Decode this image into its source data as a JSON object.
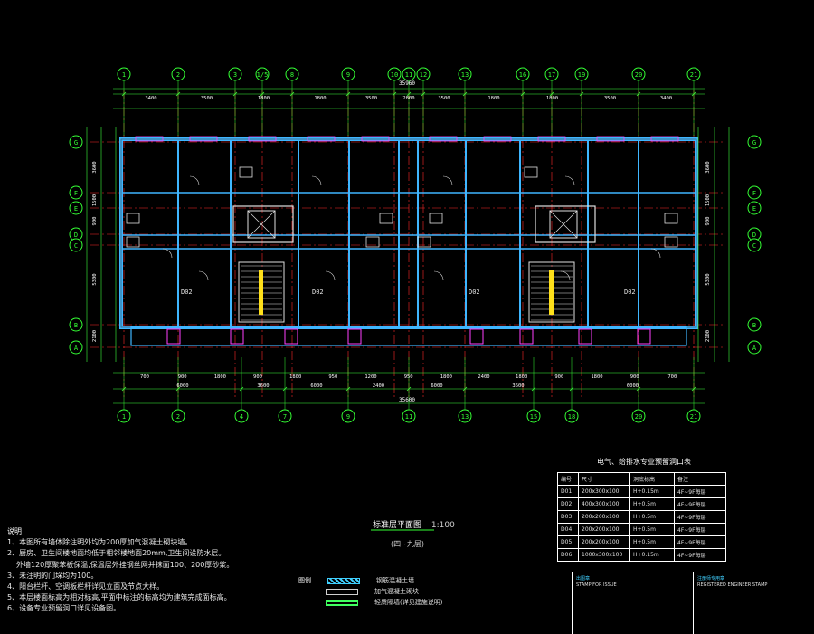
{
  "drawing": {
    "grid_top": [
      "1",
      "2",
      "3",
      "1/5",
      "8",
      "9",
      "10",
      "11",
      "12",
      "13",
      "16",
      "17",
      "19",
      "20",
      "21"
    ],
    "grid_bottom": [
      "1",
      "2",
      "4",
      "7",
      "9",
      "11",
      "13",
      "15",
      "18",
      "20",
      "21"
    ],
    "grid_rows_left": [
      "G",
      "F",
      "E",
      "D",
      "C",
      "B",
      "A"
    ],
    "grid_rows_right": [
      "G",
      "F",
      "E",
      "D",
      "C",
      "B",
      "A"
    ],
    "overall_top": "35960",
    "overall_bottom": "35600",
    "dim_top_row1": [
      "3400",
      "3500",
      "1800",
      "1800",
      "3500",
      "2800",
      "3500",
      "1800",
      "1800",
      "3500",
      "3400"
    ],
    "dim_bottom_row1": [
      "700",
      "900",
      "1800",
      "900",
      "1800",
      "950",
      "1200",
      "950",
      "1800",
      "2400",
      "1800",
      "900",
      "1800",
      "900",
      "700"
    ],
    "dim_bottom_row2": [
      "6000",
      "3600",
      "6000",
      "2400",
      "6000",
      "3600",
      "6000"
    ],
    "dim_left": [
      "3600",
      "1500",
      "900",
      "5300",
      "2100"
    ],
    "dim_right": [
      "3600",
      "1500",
      "900",
      "5300",
      "2100"
    ],
    "unit_labels": [
      "D02",
      "D02",
      "D02",
      "D02"
    ]
  },
  "plan_title": "标准层平面图",
  "plan_scale": "1:100",
  "plan_subtitle": "(四~九层)",
  "notes": {
    "heading": "说明",
    "items": [
      "1、本图所有墙体除注明外均为200厚加气混凝土砌块墙。",
      "2、厨房、卫生间楼地面均低于相邻楼地面20mm,卫生间设防水层。",
      "   外墙120厚聚苯板保温,保温层外挂钢丝网并抹面100、200厚砂浆。",
      "3、未注明的门垛均为100。",
      "4、阳台栏杆、空调板栏杆详见立面及节点大样。",
      "5、本层楼面标高为相对标高,平面中标注的标高均为建筑完成面标高。",
      "6、设备专业预留洞口详见设备图。"
    ]
  },
  "legend": {
    "heading": "图例",
    "items": [
      {
        "label": "钢筋混凝土墙"
      },
      {
        "label": "加气混凝土砌块"
      },
      {
        "label": "轻质隔墙(详见建施说明)"
      }
    ]
  },
  "schedule": {
    "title": "电气、给排水专业预留洞口表",
    "header": [
      "编号",
      "尺寸",
      "洞底标高",
      "备注"
    ],
    "rows": [
      [
        "D01",
        "200x300x100",
        "H+0.15m",
        "4F~9F每层"
      ],
      [
        "D02",
        "400x300x100",
        "H+0.5m",
        "4F~9F每层"
      ],
      [
        "D03",
        "200x200x100",
        "H+0.5m",
        "4F~9F每层"
      ],
      [
        "D04",
        "200x200x100",
        "H+0.5m",
        "4F~9F每层"
      ],
      [
        "D05",
        "200x200x100",
        "H+0.5m",
        "4F~9F每层"
      ],
      [
        "D06",
        "1000x300x100",
        "H+0.15m",
        "4F~9F每层"
      ]
    ]
  },
  "stamps": {
    "left_cn": "出图章",
    "left_en": "STAMP FOR ISSUE",
    "right_cn": "注册师专用章",
    "right_en": "REGISTERED ENGINEER STAMP"
  },
  "colors": {
    "grid_bubble": "#34ff34",
    "wall": "#3fb6ff",
    "wall_fill": "#3a6f8f",
    "axis_red": "#ff2a2a",
    "dimension": "#3cff3c",
    "dim_text": "#ffffff",
    "room_text": "#e0e0e0",
    "magenta": "#ff40ff",
    "yellow": "#ffe01a",
    "cyan": "#40d0ff"
  }
}
